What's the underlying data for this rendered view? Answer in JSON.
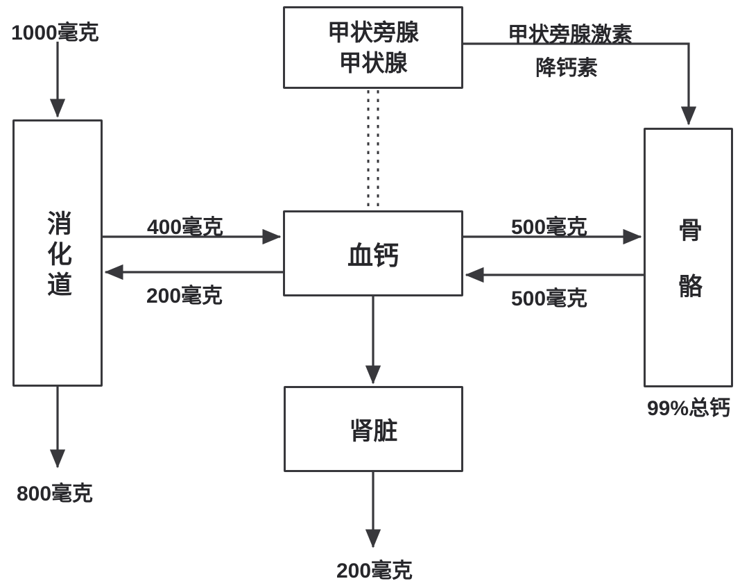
{
  "diagram": {
    "description_type": "flowchart",
    "colors": {
      "line": "#38383c",
      "text": "#27272b",
      "background": "#ffffff"
    },
    "nodes": {
      "glands": {
        "line1": "甲状旁腺",
        "line2": "甲状腺"
      },
      "digestive_tract": {
        "label": "消化道"
      },
      "blood_calcium": {
        "label": "血钙"
      },
      "bone": {
        "label": "骨骼",
        "note": "99%总钙"
      },
      "kidney": {
        "label": "肾脏"
      }
    },
    "flows": {
      "dietary_intake": "1000毫克",
      "absorption_to_blood": "400毫克",
      "secretion_to_gut": "200毫克",
      "deposition_to_bone": "500毫克",
      "release_from_bone": "500毫克",
      "fecal_excretion": "800毫克",
      "urinary_excretion": "200毫克",
      "hormone_upper": "甲状旁腺激素",
      "hormone_lower": "降钙素"
    }
  }
}
